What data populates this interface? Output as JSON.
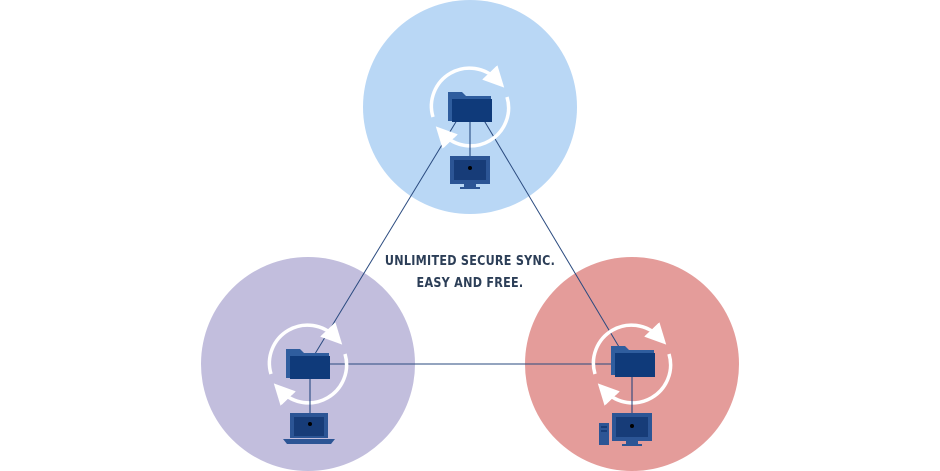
{
  "tagline": {
    "line1": "UNLIMITED SECURE SYNC.",
    "line2": "EASY AND FREE."
  },
  "colors": {
    "node_top": "#b9d7f5",
    "node_left": "#c2bedd",
    "node_right": "#e49c9a",
    "connector": "#2a4a7f",
    "folder_front": "#0f3a7a",
    "folder_back": "#2f5d9e",
    "device": "#2c5595",
    "device_dark": "#173c78",
    "sync_arrow": "#ffffff"
  },
  "nodes": [
    {
      "id": "top",
      "device": "monitor-icon"
    },
    {
      "id": "left",
      "device": "laptop-icon"
    },
    {
      "id": "right",
      "device": "desktop-tower-icon"
    }
  ]
}
